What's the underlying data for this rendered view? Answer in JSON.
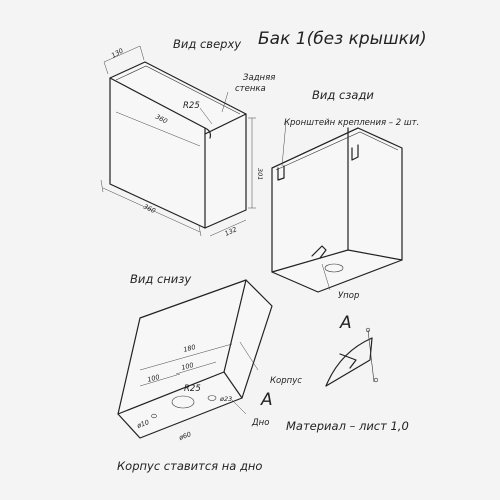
{
  "title": "Бак 1(без крышки)",
  "views": {
    "top": "Вид сверху",
    "back": "Вид сзади",
    "bottom": "Вид снизу"
  },
  "labels": {
    "back_wall_1": "Задняя",
    "back_wall_2": "стенка",
    "bracket": "Кронштейн крепления – 2 шт.",
    "stop": "Упор",
    "body": "Корпус",
    "bottom_part": "Дно",
    "detail_a": "A",
    "section_a": "A",
    "material": "Материал – лист 1,0",
    "note": "Корпус ставится на дно"
  },
  "dims": {
    "top": {
      "d130": "130",
      "r25": "R25",
      "d360a": "360",
      "d301": "301",
      "d360b": "360",
      "d132": "132"
    },
    "bottom": {
      "d180": "180",
      "d100a": "100",
      "d100b": "100",
      "r25": "R25",
      "d23": "ø23",
      "d10": "ø10",
      "d60": "ø60"
    }
  }
}
